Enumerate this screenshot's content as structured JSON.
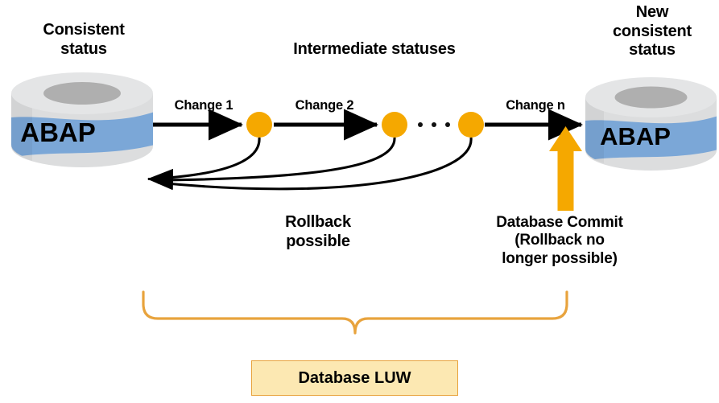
{
  "diagram": {
    "title_left": "Consistent\nstatus",
    "title_middle": "Intermediate statuses",
    "title_right": "New\nconsistent\nstatus",
    "db_left_label": "ABAP",
    "db_right_label": "ABAP",
    "change_labels": [
      "Change 1",
      "Change 2",
      "Change n"
    ],
    "ellipsis": "...",
    "rollback_label": "Rollback\npossible",
    "commit_label": "Database Commit\n(Rollback no\nlonger possible)",
    "luw_label": "Database LUW",
    "colors": {
      "accent_orange": "#F5A800",
      "brace_orange": "#E8A33D",
      "box_fill": "#FCE8B2",
      "db_blue": "#7BA7D7",
      "db_body": "#DCDDDE",
      "db_top": "#E4E5E6",
      "db_hole": "#AFAFAF",
      "arrow_black": "#000000"
    },
    "node_count": 3,
    "icons": {
      "database": "database-cylinder-icon",
      "status_node": "status-node-dot",
      "commit_arrow": "commit-up-arrow-icon",
      "brace": "curly-brace-icon"
    }
  }
}
